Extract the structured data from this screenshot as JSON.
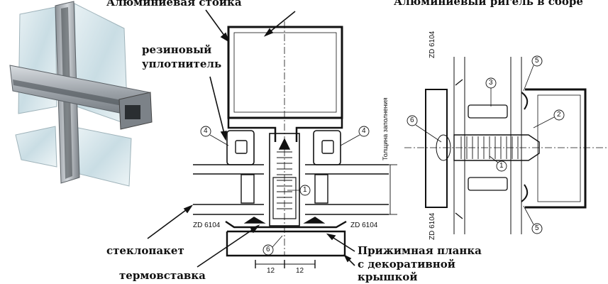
{
  "labels": {
    "stoyka": "Алюминиевая стойка",
    "rigel": "Алюминиевый ригель в сборе",
    "uplotnitel_1": "резиновый",
    "uplotnitel_2": "уплотнитель",
    "steklopaket": "стеклопакет",
    "termovstavka": "термовставка",
    "planka_1": "Прижимная планка",
    "planka_2": "с декоративной",
    "planka_3": "крышкой"
  },
  "drawing": {
    "zd_left": "ZD 6104",
    "zd_right": "ZD 6104",
    "zd_v_top": "ZD 6104",
    "zd_v_bottom": "ZD 6104",
    "thickness_label": "Толщина заполнения",
    "dim_left": "12",
    "dim_right": "12",
    "callouts": {
      "c1_main": "1",
      "c4_left": "4",
      "c4_right": "4",
      "c6_main": "6",
      "c1_side": "1",
      "c2_side": "2",
      "c3_side": "3",
      "c5_top": "5",
      "c5_bottom": "5",
      "c6_side": "6"
    }
  },
  "colors": {
    "line": "#111111",
    "glass": "#cfe1e8",
    "aluminium": "#a8aeb4"
  }
}
